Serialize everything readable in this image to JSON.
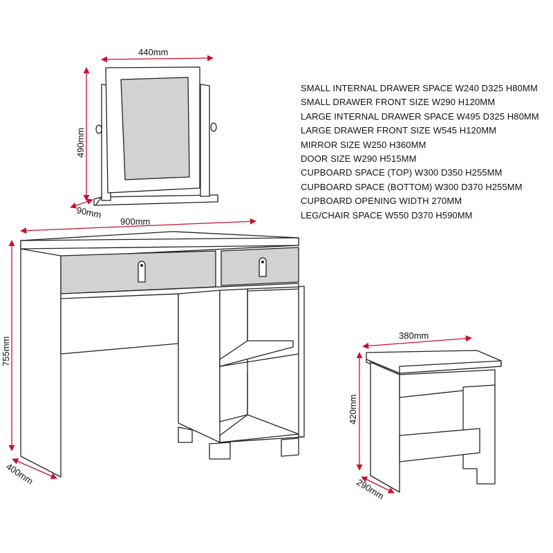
{
  "specs": [
    "SMALL INTERNAL DRAWER SPACE W240 D325 H80MM",
    "SMALL DRAWER FRONT SIZE W290 H120MM",
    "LARGE INTERNAL DRAWER SPACE W495 D325 H80MM",
    "LARGE DRAWER FRONT SIZE W545 H120MM",
    "MIRROR SIZE W250 H360MM",
    "DOOR SIZE W290 H515MM",
    "CUPBOARD SPACE (TOP) W300 D350 H255MM",
    "CUPBOARD SPACE (BOTTOM) W300 D370 H255MM",
    "CUPBOARD OPENING WIDTH 270MM",
    "LEG/CHAIR SPACE W550 D370 H590MM"
  ],
  "dimensions": {
    "mirror_width": "440mm",
    "mirror_height": "490mm",
    "mirror_depth": "90mm",
    "table_width": "900mm",
    "table_height": "755mm",
    "table_depth": "400mm",
    "stool_width": "380mm",
    "stool_height": "420mm",
    "stool_depth": "290mm"
  },
  "colors": {
    "dimension_line": "#c8102e",
    "outline": "#222222",
    "panel_fill": "#d2d2d2"
  }
}
